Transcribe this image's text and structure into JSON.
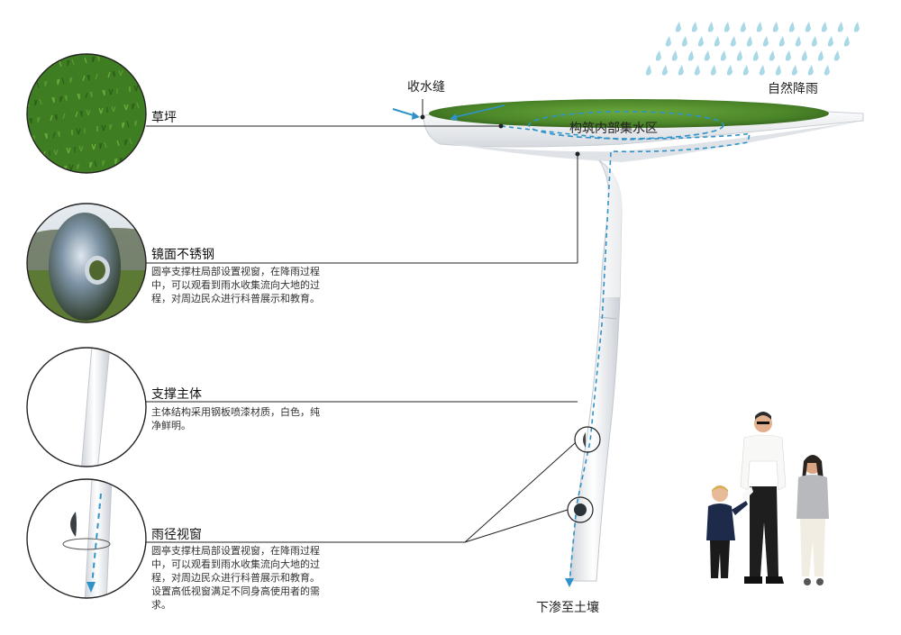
{
  "labels": {
    "collection_slot": "收水缝",
    "natural_rain": "自然降雨",
    "internal_collection": "构筑内部集水区",
    "seep_to_soil": "下渗至土壤"
  },
  "items": [
    {
      "title": "草坪",
      "desc": ""
    },
    {
      "title": "镜面不锈钢",
      "desc": "圆亭支撑柱局部设置视窗，在降雨过程中，可以观看到雨水收集流向大地的过程，对周边民众进行科普展示和教育。"
    },
    {
      "title": "支撑主体",
      "desc": "主体结构采用钢板喷漆材质，白色，纯净鲜明。"
    },
    {
      "title": "雨径视窗",
      "desc": "圆亭支撑柱局部设置视窗，在降雨过程中，可以观看到雨水收集流向大地的过程，对周边民众进行科普展示和教育。\n设置高低视窗满足不同身高使用者的需求。"
    }
  ],
  "colors": {
    "grass": "#4e8a2c",
    "rain": "#a9d8e6",
    "flow_arrow": "#2f93c9",
    "leader_line": "#222222",
    "column": "#eef0f3"
  }
}
